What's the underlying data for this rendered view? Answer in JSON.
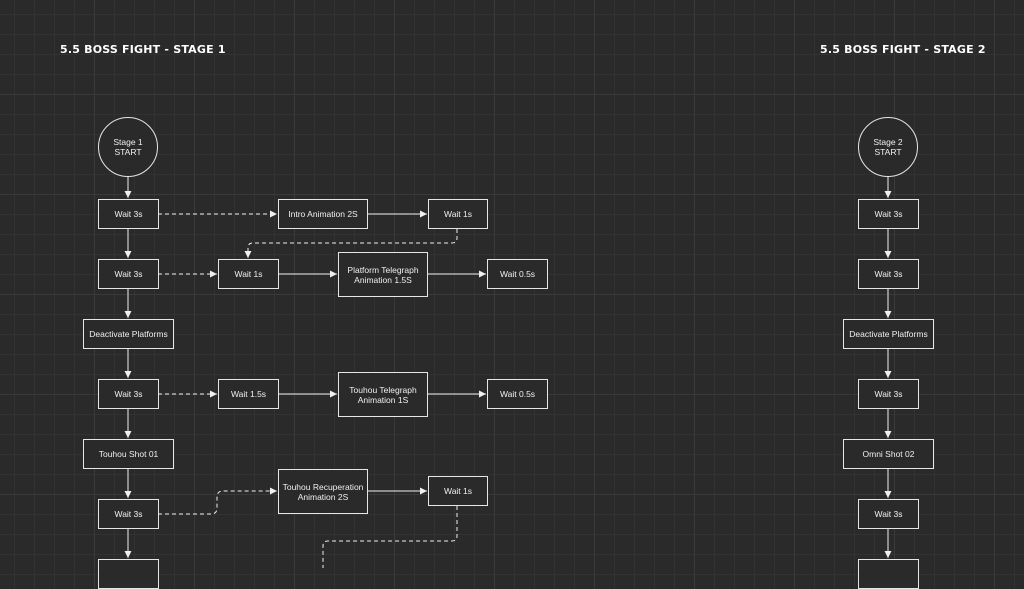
{
  "stage1": {
    "title": "5.5 BOSS FIGHT - STAGE 1",
    "start": "Stage 1 START",
    "wait_1": "Wait 3s",
    "wait_2": "Wait 3s",
    "deactivate": "Deactivate Platforms",
    "wait_3": "Wait 3s",
    "touhou_shot": "Touhou Shot  01",
    "wait_4": "Wait 3s",
    "intro_anim": "Intro Animation 2S",
    "intro_wait": "Wait 1s",
    "plat_wait": "Wait 1s",
    "plat_telegraph": "Platform Telegraph\nAnimation 1.5S",
    "plat_after": "Wait 0.5s",
    "touhou_wait": "Wait 1.5s",
    "touhou_telegraph": "Touhou Telegraph\nAnimation 1S",
    "touhou_after": "Wait 0.5s",
    "recuperation": "Touhou Recuperation\nAnimation 2S",
    "recup_wait": "Wait 1s"
  },
  "stage2": {
    "title": "5.5 BOSS FIGHT - STAGE 2",
    "start": "Stage 2 START",
    "wait_1": "Wait 3s",
    "wait_2": "Wait 3s",
    "deactivate": "Deactivate Platforms",
    "wait_3": "Wait 3s",
    "omni_shot": "Omni Shot 02",
    "wait_4": "Wait 3s"
  }
}
